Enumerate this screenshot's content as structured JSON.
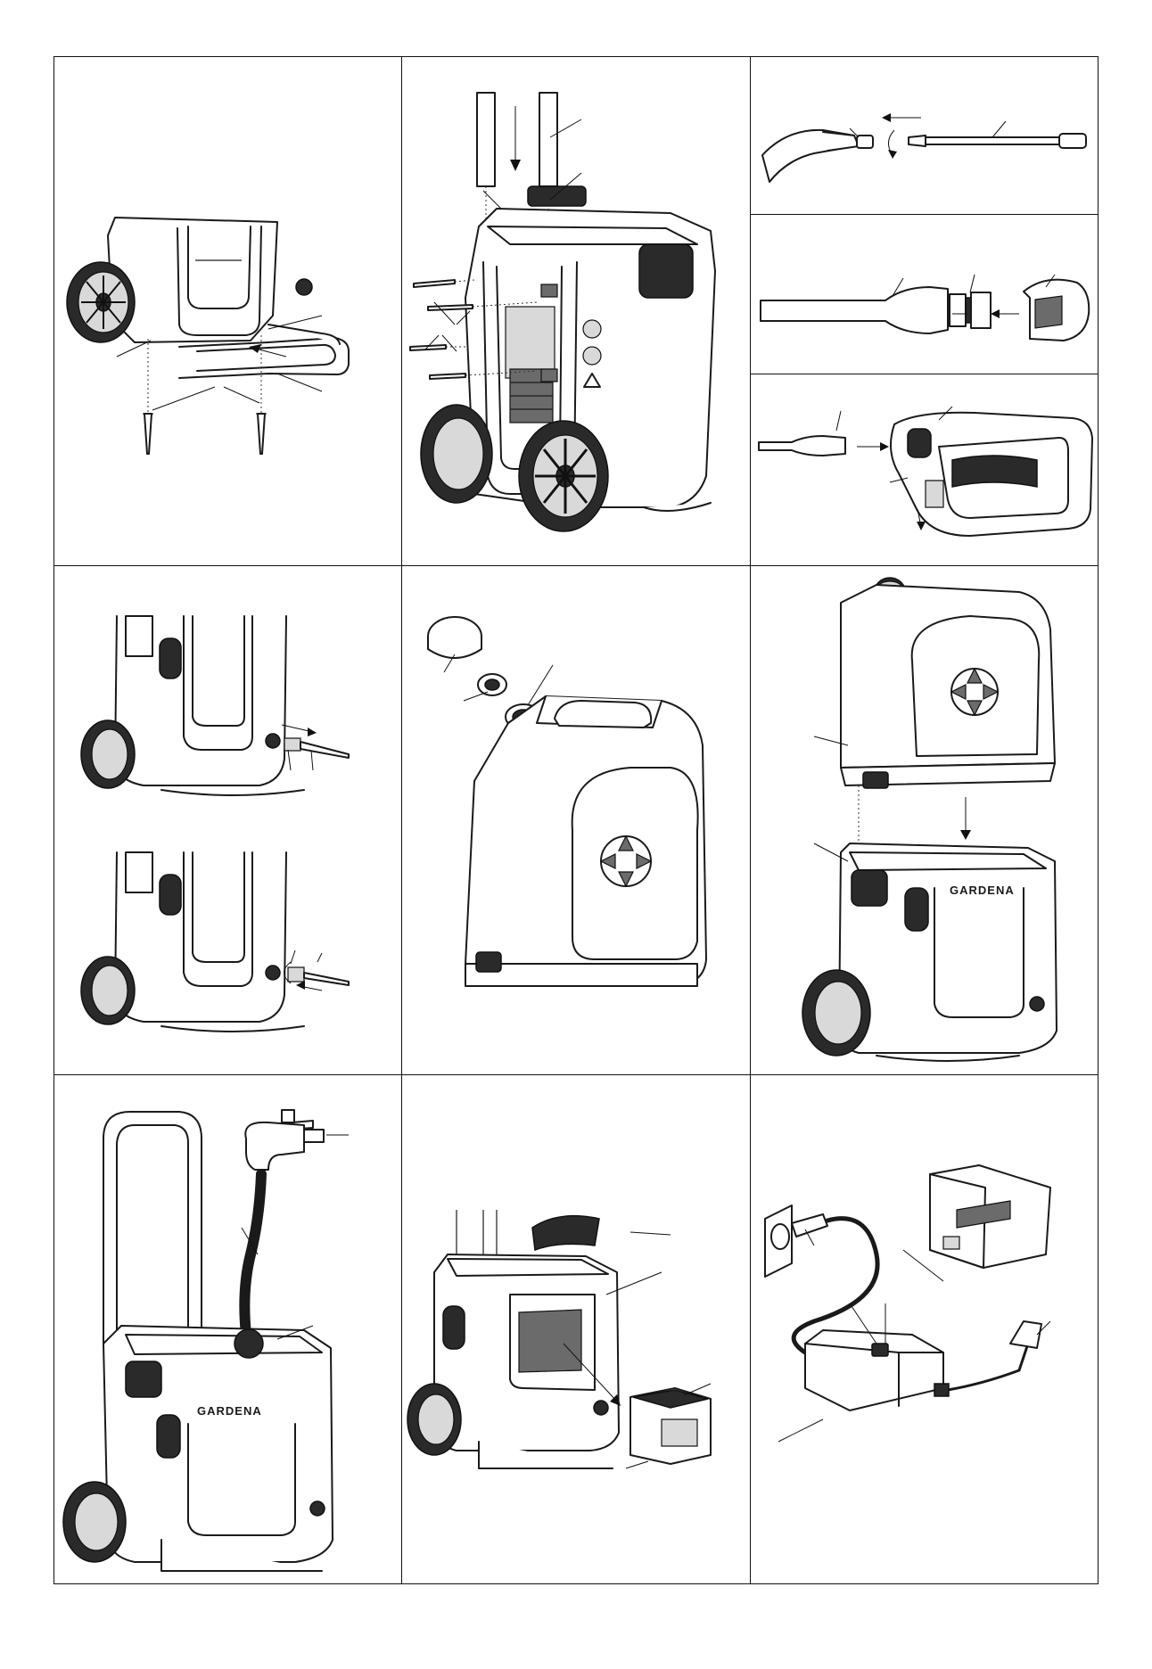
{
  "brand": {
    "logo_text": "GARDENA"
  },
  "panels": [
    {
      "id": "p1",
      "subject": "wheel-frame-underside-screw-assembly"
    },
    {
      "id": "p2",
      "subject": "handle-tubes-and-screws-assembly"
    },
    {
      "id": "p3a",
      "subject": "spray-gun-lance-connection"
    },
    {
      "id": "p3b",
      "subject": "hose-adapter-cap"
    },
    {
      "id": "p3c",
      "subject": "hose-into-spray-gun"
    },
    {
      "id": "p4",
      "subject": "hose-connector-attach-release"
    },
    {
      "id": "p5",
      "subject": "tank-lid-seal-removal"
    },
    {
      "id": "p6",
      "subject": "tank-mounted-on-base"
    },
    {
      "id": "p7",
      "subject": "tank-filling-from-tap"
    },
    {
      "id": "p8",
      "subject": "battery-compartment"
    },
    {
      "id": "p9",
      "subject": "battery-charger-plug"
    }
  ]
}
